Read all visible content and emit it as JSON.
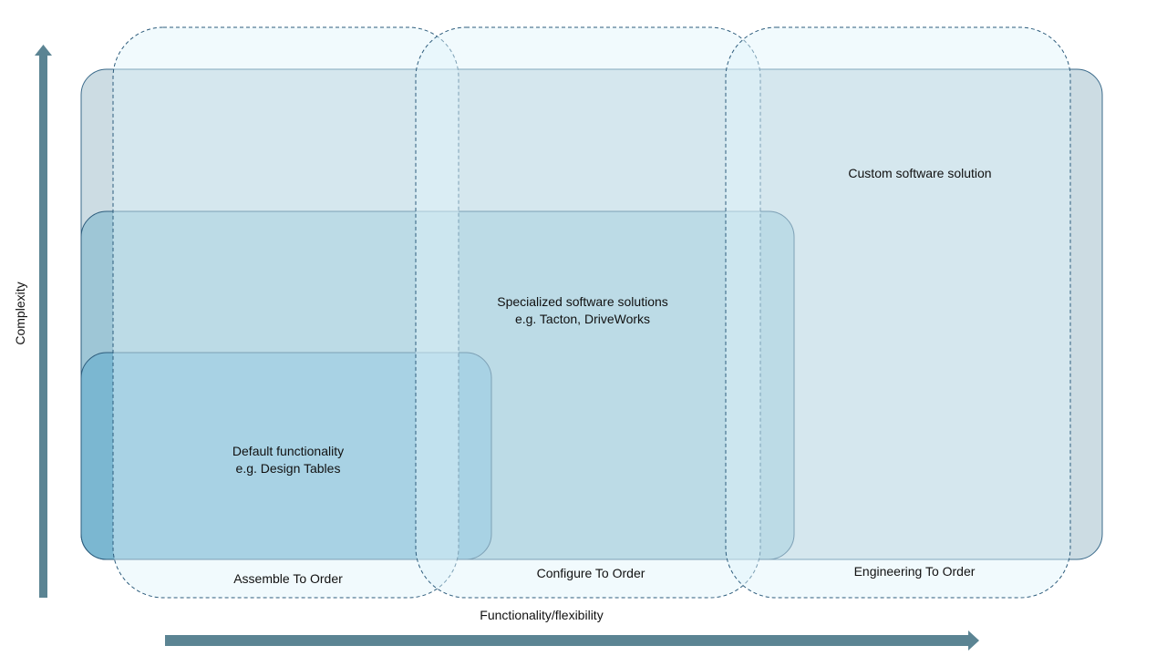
{
  "colors": {
    "outer_fill": "#bfd3dc",
    "mid_fill": "#8fbfd2",
    "inner_fill": "#6fb2cf",
    "column_fill": "#dff3fb",
    "column_stroke": "#2d5c7c",
    "arrow": "#5b8493"
  },
  "solutions": {
    "custom": {
      "line1": "Custom software solution"
    },
    "specialized": {
      "line1": "Specialized software solutions",
      "line2": "e.g. Tacton, DriveWorks"
    },
    "default": {
      "line1": "Default functionality",
      "line2": "e.g. Design Tables"
    }
  },
  "columns": {
    "assemble": "Assemble To Order",
    "configure": "Configure To Order",
    "engineering": "Engineering To Order"
  },
  "axes": {
    "x_label": "Functionality/flexibility",
    "y_label": "Complexity"
  }
}
